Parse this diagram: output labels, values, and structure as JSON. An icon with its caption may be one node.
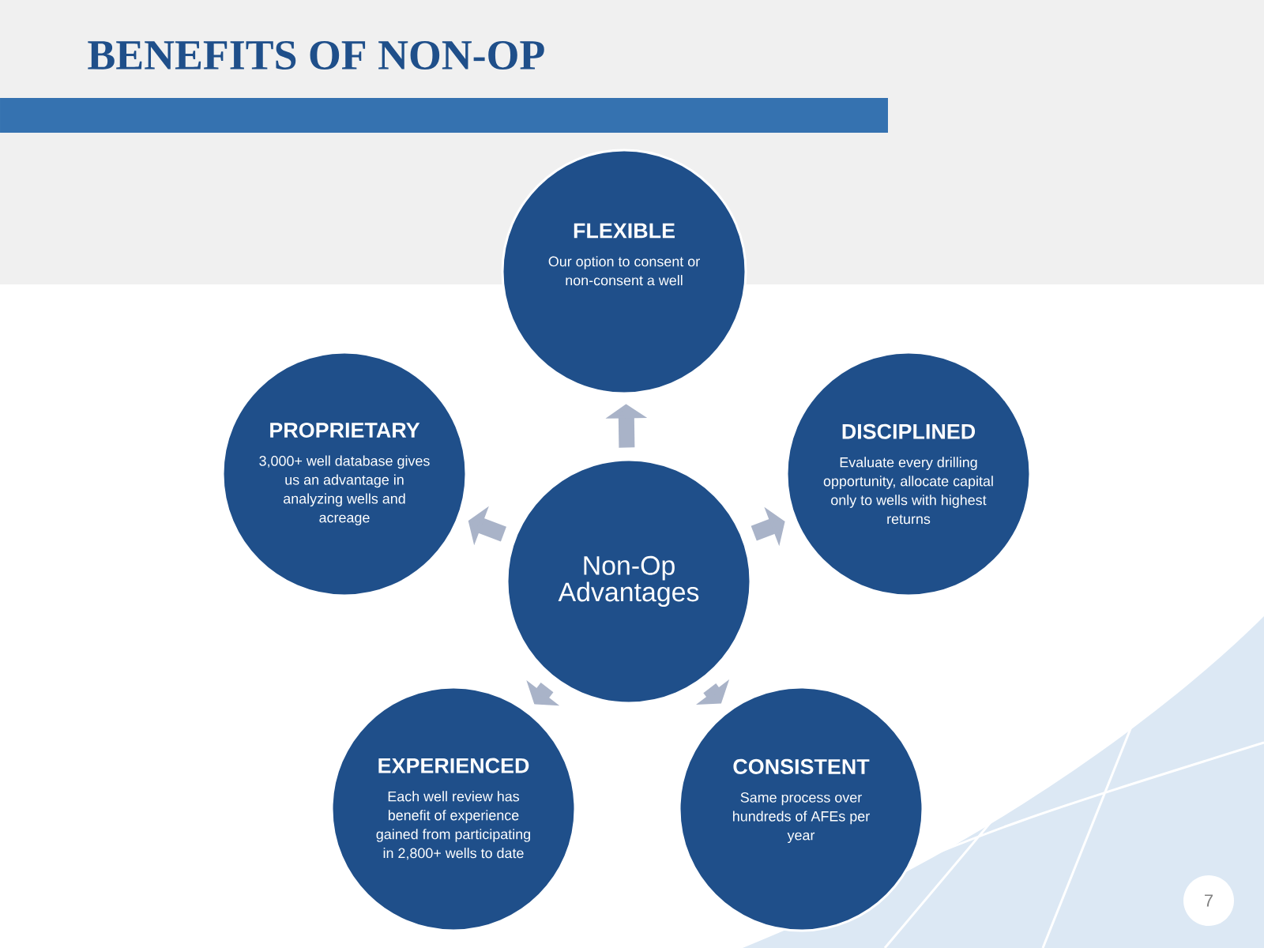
{
  "diagram": {
    "title": "BENEFITS OF NON-OP",
    "nodes": [
      {
        "text": [
          "Non-Op Advantages"
        ]
      },
      {
        "text": [
          "FLEXIBLE",
          "Our option to consent or non-consent a well"
        ]
      },
      {
        "text": [
          "DISCIPLINED",
          "Evaluate every drilling opportunity, allocate capital only to wells with highest returns"
        ]
      },
      {
        "text": [
          "CONSISTENT",
          "Same process over hundreds of AFEs per year"
        ]
      },
      {
        "text": [
          "EXPERIENCED",
          "Each well review has benefit of experience gained from participating in 2,800+ wells to date"
        ]
      },
      {
        "text": [
          "PROPRIETARY",
          "3,000+ well database gives us an advantage in analyzing wells and acreage"
        ]
      }
    ],
    "edges": [
      {
        "from": 0,
        "to": 1,
        "arrow": "to"
      },
      {
        "from": 0,
        "to": 2,
        "arrow": "to"
      },
      {
        "from": 0,
        "to": 3,
        "arrow": "to"
      },
      {
        "from": 0,
        "to": 4,
        "arrow": "to"
      },
      {
        "from": 0,
        "to": 5,
        "arrow": "to"
      }
    ],
    "labels": [
      "7"
    ]
  }
}
